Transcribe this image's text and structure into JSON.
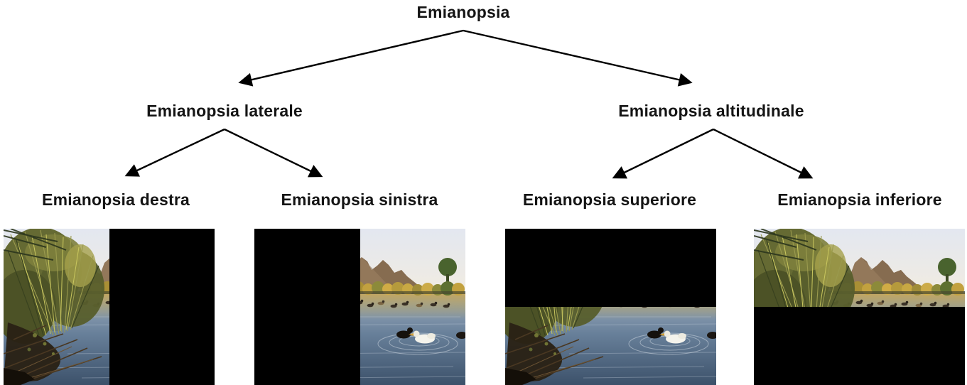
{
  "diagram": {
    "root_label": "Emianopsia",
    "nodes": [
      {
        "id": "laterale",
        "label": "Emianopsia laterale",
        "parent": "root"
      },
      {
        "id": "altitudinale",
        "label": "Emianopsia altitudinale",
        "parent": "root"
      },
      {
        "id": "destra",
        "label": "Emianopsia destra",
        "parent": "laterale",
        "mask": "right"
      },
      {
        "id": "sinistra",
        "label": "Emianopsia sinistra",
        "parent": "laterale",
        "mask": "left"
      },
      {
        "id": "superiore",
        "label": "Emianopsia superiore",
        "parent": "altitudinale",
        "mask": "top"
      },
      {
        "id": "inferiore",
        "label": "Emianopsia inferiore",
        "parent": "altitudinale",
        "mask": "bottom"
      }
    ],
    "photo_alt": "Pond with ducks (one white duck), tall reeds on the left, rocky hills and golden trees on the far shore",
    "colors": {
      "text": "#141414",
      "arrow": "#000000",
      "mask": "#000000",
      "background": "#ffffff"
    }
  }
}
